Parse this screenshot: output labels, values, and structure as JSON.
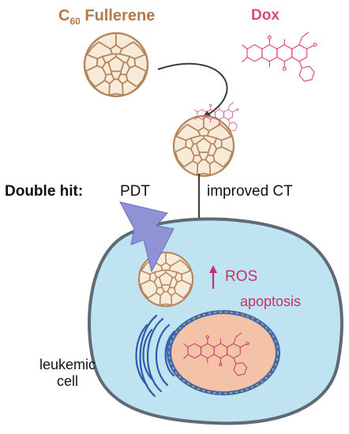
{
  "labels": {
    "fullerene_c": "C",
    "fullerene_sub": "60",
    "fullerene_name": "Fullerene",
    "dox": "Dox",
    "double_hit": "Double hit:",
    "pdt": "PDT",
    "improved_ct": "improved CT",
    "ros": "ROS",
    "apoptosis": "apoptosis",
    "leukemic_line1": "leukemic",
    "leukemic_line2": "cell"
  },
  "colors": {
    "fullerene": "#b5845a",
    "dox": "#e0467e",
    "cell_fill": "#bfe3f0",
    "cell_outline": "#5f6a75",
    "nucleus_fill": "#f4c2a6",
    "nucleus_border": "#2f5ba8",
    "lightning": "#8f93d6",
    "arrow": "#3a3a3a"
  }
}
